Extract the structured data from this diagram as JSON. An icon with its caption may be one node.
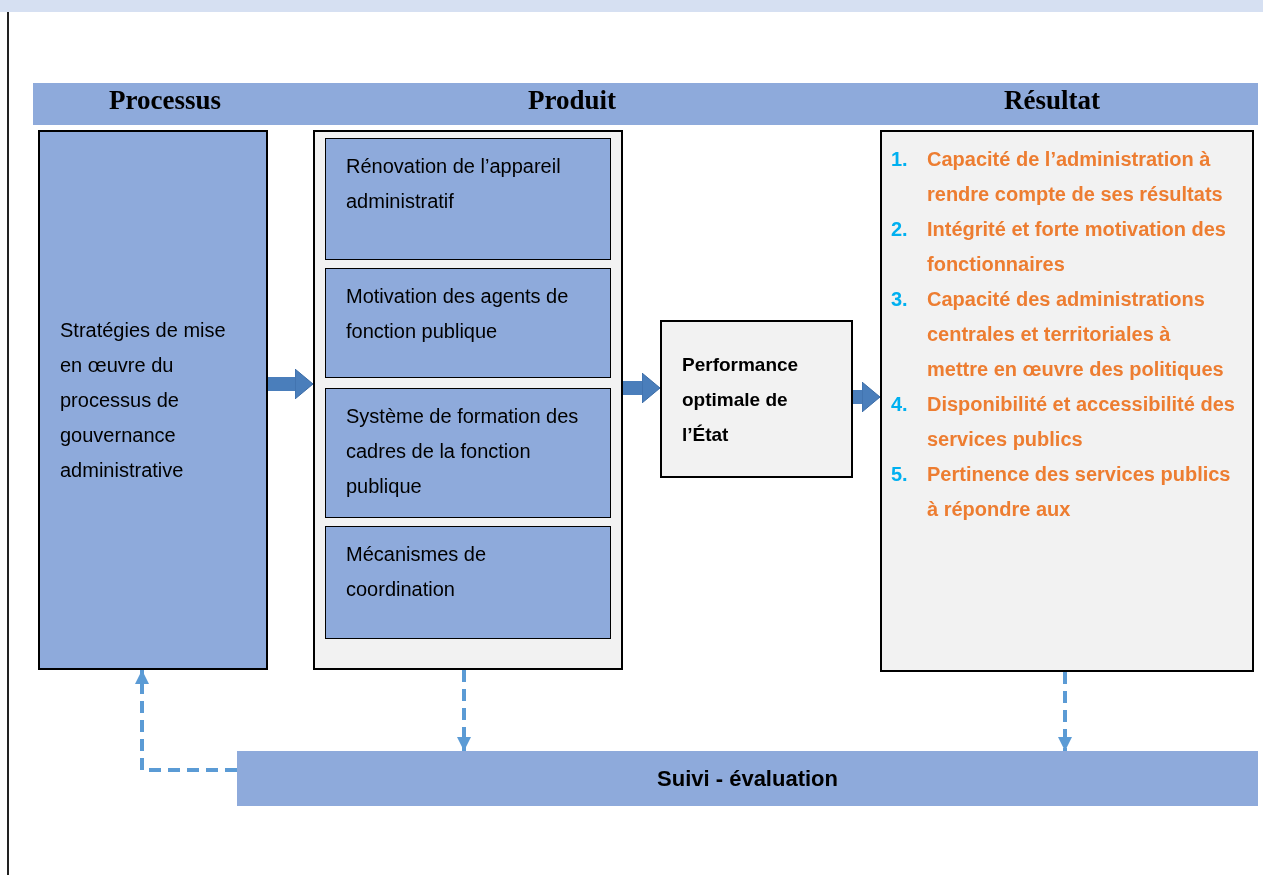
{
  "diagram": {
    "nodes": [
      {
        "text": [
          "Processus",
          "Produit",
          "Résultat"
        ]
      },
      {
        "text": [
          "Stratégies de mise en œuvre du processus de gouvernance administrative"
        ]
      },
      {
        "text": [],
        "shape": "box"
      },
      {
        "text": [
          "Rénovation de l’appareil administratif"
        ],
        "in": 2
      },
      {
        "text": [
          "Motivation des agents de fonction publique"
        ],
        "in": 2
      },
      {
        "text": [
          "Système de formation des cadres de la fonction publique"
        ],
        "in": 2
      },
      {
        "text": [
          "Mécanismes de coordination"
        ],
        "in": 2
      },
      {
        "text": [
          "Performance optimale de l’État"
        ]
      },
      {
        "text": [
          "1.",
          "Capacité de l’administration à rendre compte de ses résultats",
          "2.",
          "Intégrité et forte motivation des fonctionnaires",
          "3.",
          "Capacité des administrations centrales et territoriales à mettre en œuvre des politiques",
          "4.",
          "Disponibilité et accessibilité des services publics",
          "5.",
          "Pertinence des services publics à répondre aux"
        ]
      },
      {
        "text": [
          "Suivi - évaluation"
        ]
      }
    ],
    "edges": [
      {
        "from": 1,
        "to": 2,
        "arrow": "to",
        "style": "thick"
      },
      {
        "from": 2,
        "to": 7,
        "arrow": "to",
        "style": "thick"
      },
      {
        "from": 7,
        "to": 8,
        "arrow": "to",
        "style": "thick"
      },
      {
        "from": 2,
        "to": 9,
        "arrow": "to",
        "style": "dashed",
        "color": "#5b9bd5"
      },
      {
        "from": 8,
        "to": 9,
        "arrow": "to",
        "style": "dashed",
        "color": "#5b9bd5"
      },
      {
        "from": 9,
        "to": 1,
        "arrow": "to",
        "style": "dashed",
        "color": "#5b9bd5"
      }
    ]
  }
}
